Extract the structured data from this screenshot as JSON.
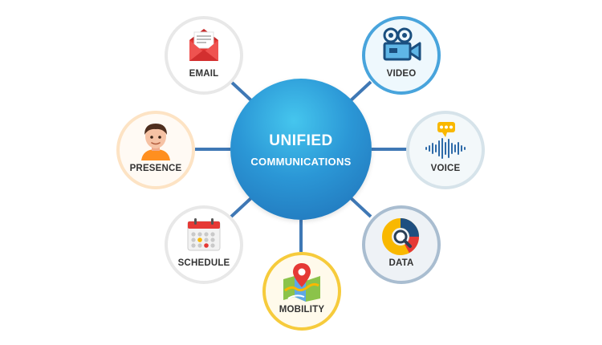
{
  "center": {
    "title": "UNIFIED",
    "subtitle": "COMMUNICATIONS"
  },
  "nodes": {
    "email": {
      "label": "EMAIL",
      "icon": "envelope-icon"
    },
    "video": {
      "label": "VIDEO",
      "icon": "video-camera-icon"
    },
    "presence": {
      "label": "PRESENCE",
      "icon": "person-avatar-icon"
    },
    "voice": {
      "label": "VOICE",
      "icon": "voice-waveform-icon"
    },
    "schedule": {
      "label": "SCHEDULE",
      "icon": "calendar-icon"
    },
    "data": {
      "label": "DATA",
      "icon": "donut-chart-magnifier-icon"
    },
    "mobility": {
      "label": "MOBILITY",
      "icon": "map-pin-icon"
    }
  },
  "colors": {
    "hub": "#2b97d6",
    "connector": "#3f78b5",
    "video_border": "#48a4dc",
    "presence_border": "#fde3c4",
    "mobility_border": "#f6cb3c",
    "data_border": "#a9bdd0"
  }
}
